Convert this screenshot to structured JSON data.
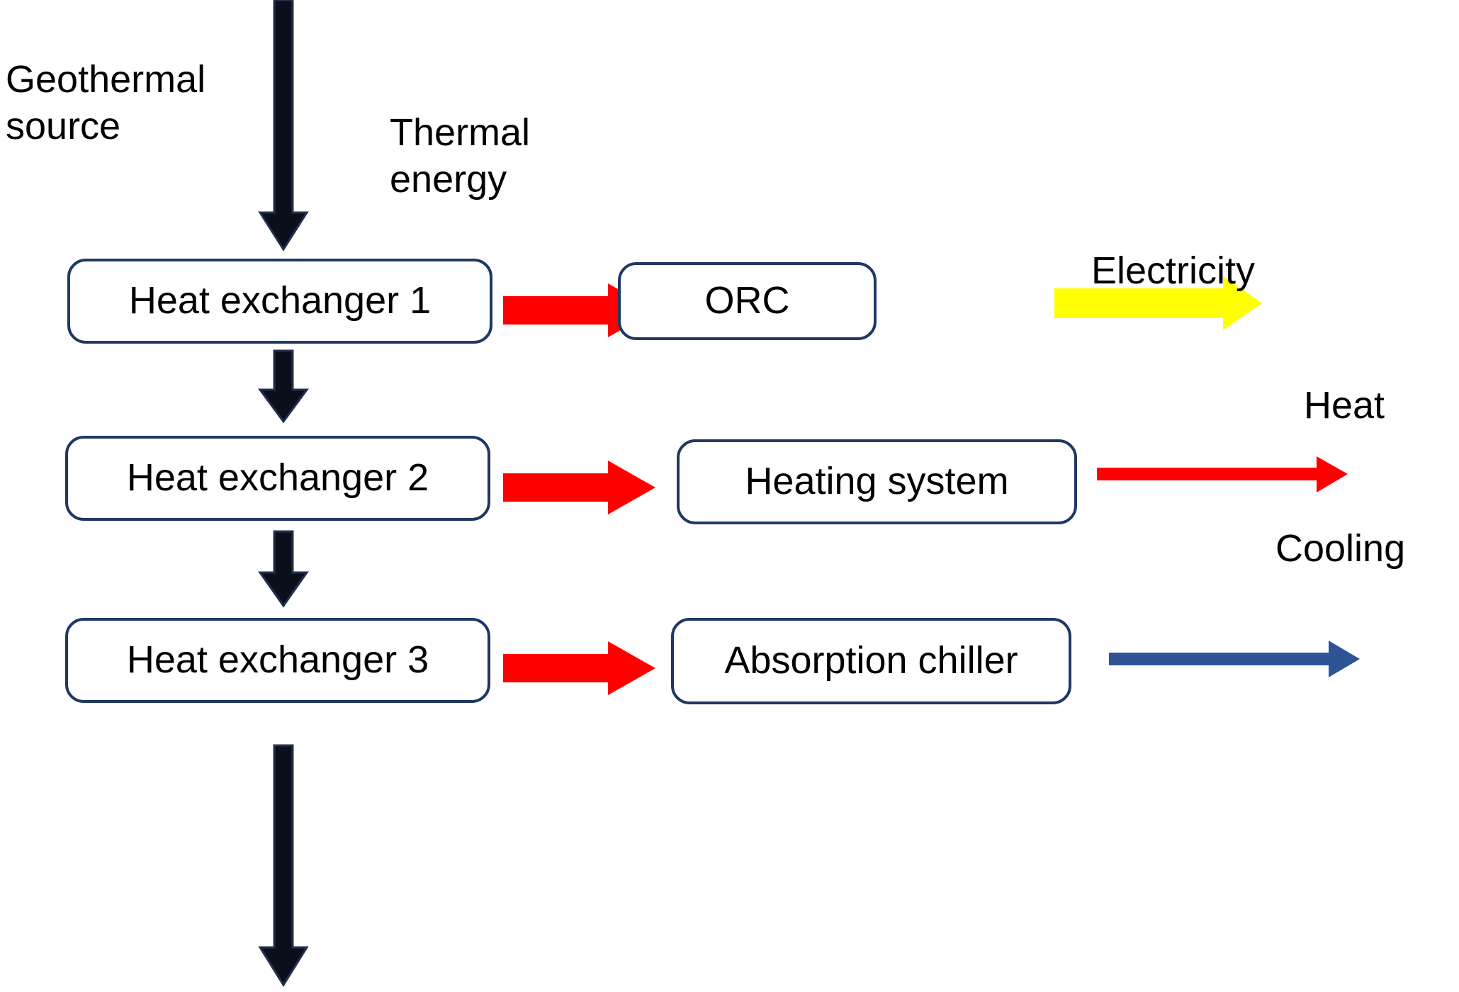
{
  "diagram": {
    "title": "Geothermal cascade energy system flow diagram",
    "background": "#ffffff",
    "colors": {
      "box_border": "#1F3864",
      "box_fill": "#FFFFFF",
      "text": "#000000",
      "source_arrow": "#0B0F1C",
      "thermal_arrow": "#FF0000",
      "electricity_arrow": "#FFFF00",
      "heat_arrow": "#FF0000",
      "cooling_arrow": "#2E5496"
    },
    "nodes": [
      {
        "id": "hx1",
        "label": "Heat exchanger 1"
      },
      {
        "id": "hx2",
        "label": "Heat exchanger 2"
      },
      {
        "id": "hx3",
        "label": "Heat exchanger 3"
      },
      {
        "id": "orc",
        "label": "ORC"
      },
      {
        "id": "heating",
        "label": "Heating system"
      },
      {
        "id": "chiller",
        "label": "Absorption chiller"
      }
    ],
    "labels": {
      "geothermal_source": "Geothermal\nsource",
      "thermal_energy": "Thermal\nenergy",
      "electricity": "Electricity",
      "heat": "Heat",
      "cooling": "Cooling"
    },
    "arrows": [
      {
        "id": "source-in",
        "from": "Geothermal source",
        "to": "Heat exchanger 1",
        "color": "#0B0F1C",
        "direction": "down"
      },
      {
        "id": "hx1-to-hx2",
        "from": "Heat exchanger 1",
        "to": "Heat exchanger 2",
        "color": "#0B0F1C",
        "direction": "down"
      },
      {
        "id": "hx2-to-hx3",
        "from": "Heat exchanger 2",
        "to": "Heat exchanger 3",
        "color": "#0B0F1C",
        "direction": "down"
      },
      {
        "id": "hx3-out",
        "from": "Heat exchanger 3",
        "to": "",
        "color": "#0B0F1C",
        "direction": "down"
      },
      {
        "id": "hx1-to-orc",
        "from": "Heat exchanger 1",
        "to": "ORC",
        "color": "#FF0000",
        "direction": "right",
        "label": "Thermal energy"
      },
      {
        "id": "hx2-to-heating",
        "from": "Heat exchanger 2",
        "to": "Heating system",
        "color": "#FF0000",
        "direction": "right"
      },
      {
        "id": "hx3-to-chiller",
        "from": "Heat exchanger 3",
        "to": "Absorption chiller",
        "color": "#FF0000",
        "direction": "right"
      },
      {
        "id": "orc-out",
        "from": "ORC",
        "to": "Electricity",
        "color": "#FFFF00",
        "direction": "right",
        "label": "Electricity"
      },
      {
        "id": "heating-out",
        "from": "Heating system",
        "to": "Heat",
        "color": "#FF0000",
        "direction": "right",
        "label": "Heat"
      },
      {
        "id": "chiller-out",
        "from": "Absorption chiller",
        "to": "Cooling",
        "color": "#2E5496",
        "direction": "right",
        "label": "Cooling"
      }
    ]
  }
}
